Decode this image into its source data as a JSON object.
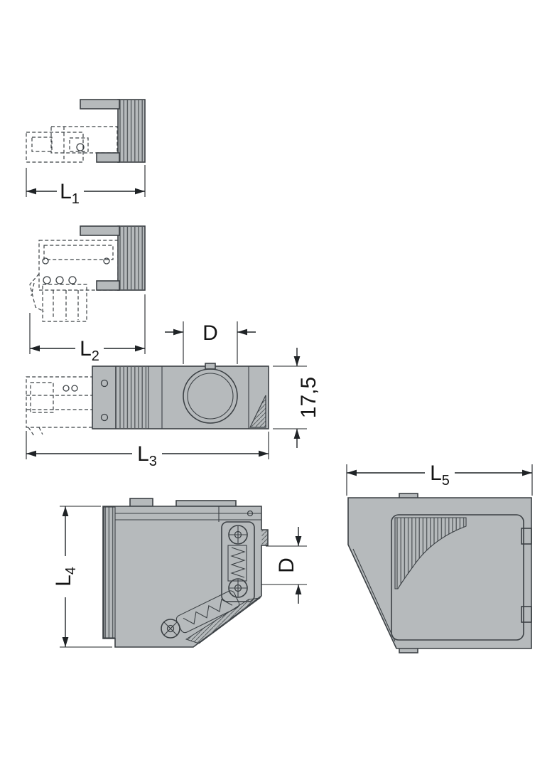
{
  "dimensions": {
    "l1": {
      "base": "L",
      "sub": "1"
    },
    "l2": {
      "base": "L",
      "sub": "2"
    },
    "l3": {
      "base": "L",
      "sub": "3"
    },
    "l4": {
      "base": "L",
      "sub": "4"
    },
    "l5": {
      "base": "L",
      "sub": "5"
    },
    "d_top": "D",
    "d_side": "D",
    "height": "17,5"
  },
  "colors": {
    "part": "#b6babc",
    "line": "#3b4044",
    "dim": "#1f2326"
  }
}
